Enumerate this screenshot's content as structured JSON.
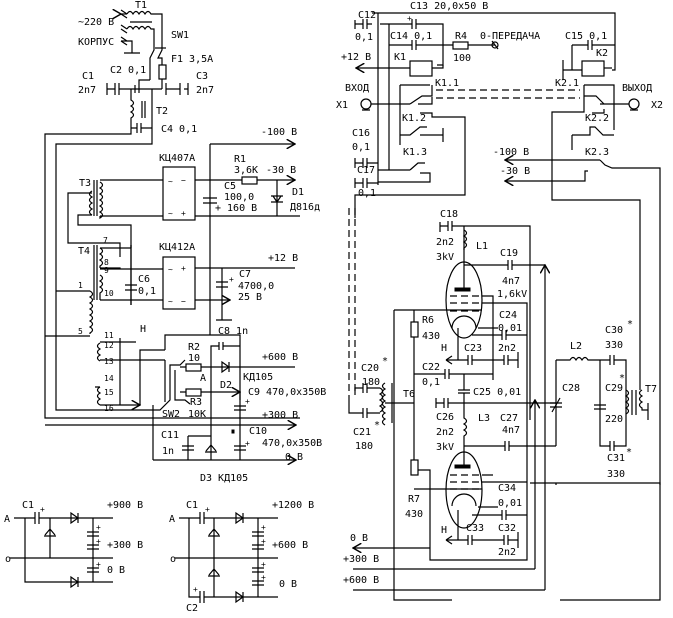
{
  "title": "Tube RF power amplifier schematic with power supply",
  "colors": {
    "ink": "#000000",
    "background": "#ffffff"
  },
  "power_supply": {
    "T1": "T1",
    "mains": "~220 В",
    "chassis": "КОРПУС",
    "SW1": "SW1",
    "F1": "F1 3,5А",
    "C1": "C1",
    "C1v": "2n7",
    "C2": "C2 0,1",
    "C3": "C3",
    "C3v": "2n7",
    "T2": "T2",
    "C4": "C4  0,1",
    "m100": "-100 В",
    "KC407": "КЦ407А",
    "R1": "R1",
    "R1v": "3,6K",
    "m30": "-30 В",
    "C5": "C5",
    "C5v": "100,0",
    "C5u": "+ 160 В",
    "D1": "D1",
    "D1v": "Д816д",
    "T3": "T3",
    "T4": "T4",
    "KC412": "КЦ412А",
    "p12": "+12 В",
    "C6": "C6",
    "C6v": "0,1",
    "C7": "C7",
    "C7v": "4700,0",
    "C7u": "25 В",
    "C8": "C8  1n",
    "pins": [
      "7",
      "8",
      "9",
      "10",
      "1",
      "5",
      "11",
      "12",
      "13",
      "14",
      "15",
      "16"
    ],
    "H": "Н",
    "R2": "R2",
    "R2v": "10",
    "A": "А",
    "p600": "+600 В",
    "KD105a": "КД105",
    "D2": "D2",
    "R3": "R3",
    "R3v": "10K",
    "SW2": "SW2",
    "C9": "C9  470,0x350В",
    "p300": "+300 В",
    "C10": "C10",
    "C10v": "470,0x350В",
    "C11": "C11",
    "C11v": "1n",
    "zero": "0 В",
    "D3": "D3  КД105",
    "o": "o",
    "plus": "+"
  },
  "multipliers": [
    {
      "A": "А",
      "o": "o",
      "C1": "C1",
      "out1": "+900 В",
      "out2": "+300 В",
      "out3": "0 В"
    },
    {
      "A": "А",
      "o": "o",
      "C1": "C1",
      "C2": "C2",
      "out1": "+1200 В",
      "out2": "+600 В",
      "out3": "0 В"
    }
  ],
  "amplifier": {
    "C12": "C12",
    "C12v": "0,1",
    "C13": "C13  20,0x50 В",
    "C14": "C14  0,1",
    "R4": "R4",
    "R4v": "100",
    "tx": "0-ПЕРЕДАЧА",
    "C15": "C15  0,1",
    "K2": "K2",
    "p12": "+12 В",
    "K1": "K1",
    "K11": "K1.1",
    "K21": "K2.1",
    "in": "ВХОД",
    "out": "ВЫХОД",
    "X1": "X1",
    "X2": "X2",
    "K12": "K1.2",
    "K22": "K2.2",
    "C16": "C16",
    "C16v": "0,1",
    "K13": "K1.3",
    "K23": "K2.3",
    "m100": "-100 В",
    "m30": "-30 В",
    "C17": "C17",
    "C17v": "0,1",
    "C18": "C18",
    "C18v": "2n2",
    "C18u": "3kV",
    "L1": "L1",
    "C19": "C19",
    "C19v": "4n7",
    "C19u": "1,6kV",
    "R6": "R6",
    "R6v": "430",
    "C24": "C24",
    "C24v": "0,01",
    "H": "Н",
    "C23": "C23",
    "C23v": "2n2",
    "C20": "C20",
    "C20v": "180",
    "C22": "C22",
    "C22v": "0,1",
    "C25": "C25 0,01",
    "T6": "T6",
    "C21": "C21",
    "C21v": "180",
    "C26": "C26",
    "C26v": "2n2",
    "C26u": "3kV",
    "L3": "L3",
    "C27": "C27",
    "C27v": "4n7",
    "R7": "R7",
    "R7v": "430",
    "C34": "C34",
    "C34v": "0,01",
    "C33": "C33",
    "C32": "C32",
    "C32v": "2n2",
    "zero": "0 В",
    "p300": "+300 В",
    "p600": "+600 В",
    "L2": "L2",
    "C28": "C28",
    "C30": "C30",
    "C30v": "330",
    "C29": "C29",
    "C29v": "220",
    "T7": "T7",
    "C31": "C31",
    "C31v": "330",
    "star": "*"
  }
}
